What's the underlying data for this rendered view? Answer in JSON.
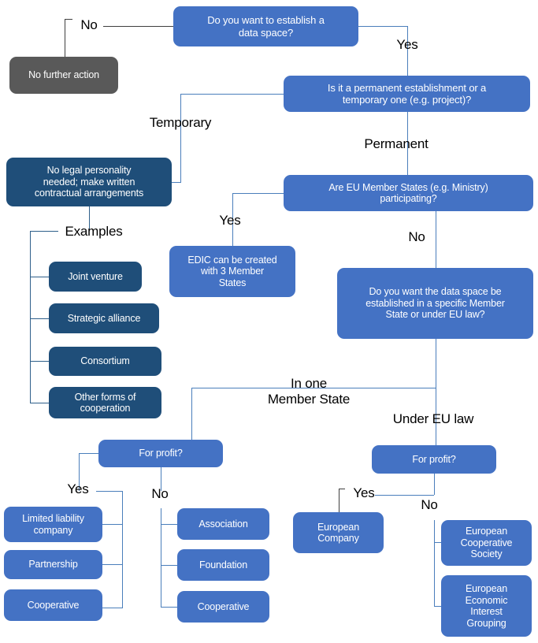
{
  "diagram": {
    "title": "Data space legal form decision tree",
    "colors": {
      "primary_blue": "#4472c4",
      "dark_blue": "#1f4e79",
      "gray": "#595959",
      "connector": "#4a7ebb",
      "text_on_node": "#ffffff",
      "label_text": "#000000",
      "background": "#ffffff"
    },
    "nodes": {
      "q_establish": "Do you want to establish a\ndata space?",
      "no_further_action": "No further action",
      "q_permanent": "Is it a permanent establishment or a\ntemporary one (e.g. project)?",
      "no_legal_personality": "No legal personality\nneeded; make written\ncontractual arrangements",
      "q_member_states": "Are EU Member States (e.g. Ministry)\nparticipating?",
      "edic": "EDIC can be created\nwith 3 Member\nStates",
      "q_specific_or_eu": "Do you want the data space be\nestablished in a specific Member\nState or under EU law?",
      "joint_venture": "Joint venture",
      "strategic_alliance": "Strategic alliance",
      "consortium": "Consortium",
      "other_forms": "Other forms of\ncooperation",
      "for_profit_left": "For profit?",
      "for_profit_right": "For profit?",
      "limited_liability": "Limited liability\ncompany",
      "partnership": "Partnership",
      "cooperative_left": "Cooperative",
      "association": "Association",
      "foundation": "Foundation",
      "cooperative_right": "Cooperative",
      "european_company": "European\nCompany",
      "european_cooperative_society": "European\nCooperative\nSociety",
      "eeig": "European\nEconomic\nInterest\nGrouping"
    },
    "edge_labels": {
      "no_top": "No",
      "yes_top": "Yes",
      "temporary": "Temporary",
      "permanent": "Permanent",
      "yes_member_states": "Yes",
      "no_member_states": "No",
      "examples": "Examples",
      "in_one_member_state": "In one\nMember State",
      "under_eu_law": "Under EU law",
      "yes_left_profit": "Yes",
      "no_left_profit": "No",
      "yes_right_profit": "Yes",
      "no_right_profit": "No"
    }
  }
}
